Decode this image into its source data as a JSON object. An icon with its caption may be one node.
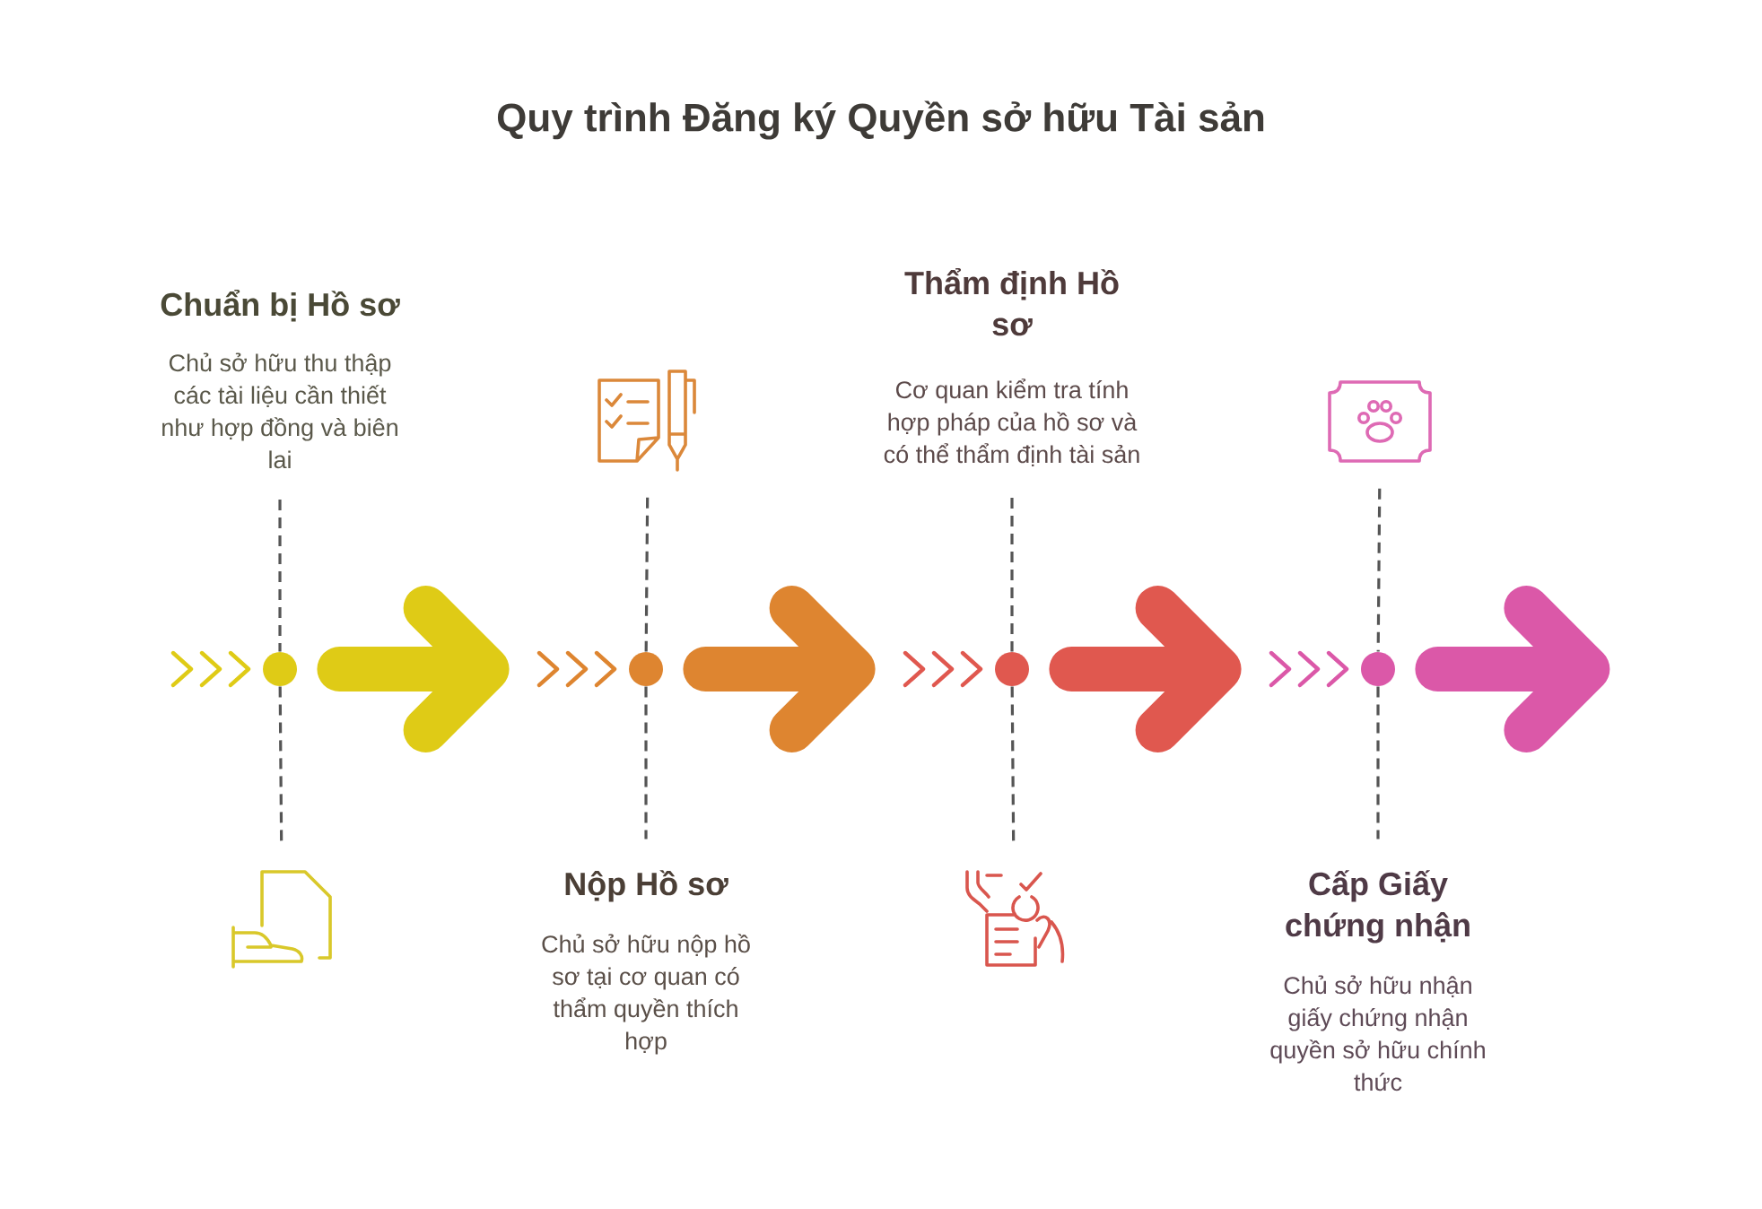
{
  "diagram": {
    "title": "Quy trình Đăng ký Quyền sở hữu Tài sản",
    "nodes": [
      {
        "text": [
          "Chuẩn bị Hồ sơ",
          "Chủ sở hữu thu thập các tài liệu cần thiết như hợp đồng và biên lai"
        ]
      },
      {
        "text": [],
        "shape": "picture"
      },
      {
        "text": [],
        "shape": "chevron"
      },
      {
        "text": [],
        "shape": "circle"
      },
      {
        "text": [
          "Nộp Hồ sơ",
          "Chủ sở hữu nộp hồ sơ tại cơ quan có thẩm quyền thích hợp"
        ]
      },
      {
        "text": [],
        "shape": "picture"
      },
      {
        "text": [],
        "shape": "chevron"
      },
      {
        "text": [],
        "shape": "circle"
      },
      {
        "text": [
          "Thẩm định Hồ sơ",
          "Cơ quan kiểm tra tính hợp pháp của hồ sơ và có thể thẩm định tài sản"
        ]
      },
      {
        "text": [],
        "shape": "picture"
      },
      {
        "text": [],
        "shape": "chevron"
      },
      {
        "text": [],
        "shape": "circle"
      },
      {
        "text": [
          "Cấp Giấy chứng nhận",
          "Chủ sở hữu nhận giấy chứng nhận quyền sở hữu chính thức"
        ]
      },
      {
        "text": [],
        "shape": "picture"
      },
      {
        "text": [],
        "shape": "chevron"
      },
      {
        "text": [],
        "shape": "circle"
      }
    ],
    "edges": [
      {
        "from": 0,
        "to": 3,
        "arrow": "none",
        "style": "dashed"
      },
      {
        "from": 3,
        "to": 1,
        "arrow": "none",
        "style": "dashed"
      },
      {
        "from": 5,
        "to": 7,
        "arrow": "none",
        "style": "dashed"
      },
      {
        "from": 7,
        "to": 4,
        "arrow": "none",
        "style": "dashed"
      },
      {
        "from": 8,
        "to": 11,
        "arrow": "none",
        "style": "dashed"
      },
      {
        "from": 11,
        "to": 9,
        "arrow": "none",
        "style": "dashed"
      },
      {
        "from": 13,
        "to": 15,
        "arrow": "none",
        "style": "dashed"
      },
      {
        "from": 15,
        "to": 12,
        "arrow": "none",
        "style": "dashed"
      },
      {
        "from": 3,
        "to": 6,
        "arrow": "to",
        "style": "thick",
        "color": "#dfcb16"
      },
      {
        "from": 7,
        "to": 10,
        "arrow": "to",
        "style": "thick",
        "color": "#de8530"
      },
      {
        "from": 11,
        "to": 14,
        "arrow": "to",
        "style": "thick",
        "color": "#e0584f"
      },
      {
        "from": 15,
        "to": null,
        "arrow": "to",
        "style": "thick",
        "color": "#db58a8"
      }
    ]
  }
}
